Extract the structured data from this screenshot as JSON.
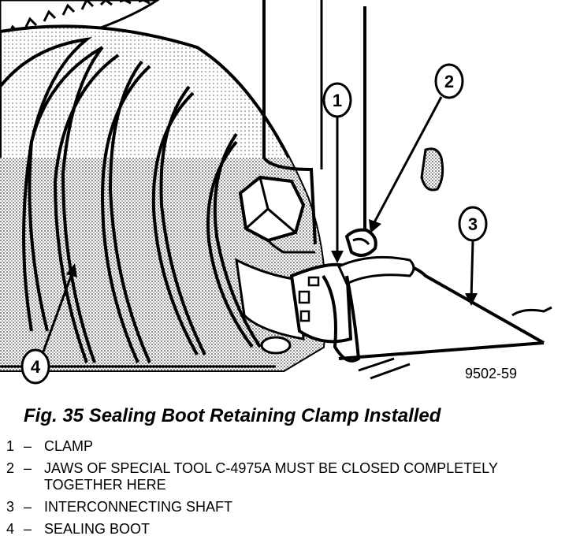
{
  "figure_number": "9502-59",
  "caption": "Fig. 35 Sealing Boot Retaining Clamp Installed",
  "callouts": [
    "1",
    "2",
    "3",
    "4"
  ],
  "legend": [
    {
      "number": "1",
      "dash": "–",
      "text": "CLAMP"
    },
    {
      "number": "2",
      "dash": "–",
      "text": "JAWS OF SPECIAL TOOL C-4975A MUST BE CLOSED COMPLETELY TOGETHER HERE"
    },
    {
      "number": "3",
      "dash": "–",
      "text": "INTERCONNECTING SHAFT"
    },
    {
      "number": "4",
      "dash": "–",
      "text": "SEALING BOOT"
    }
  ]
}
